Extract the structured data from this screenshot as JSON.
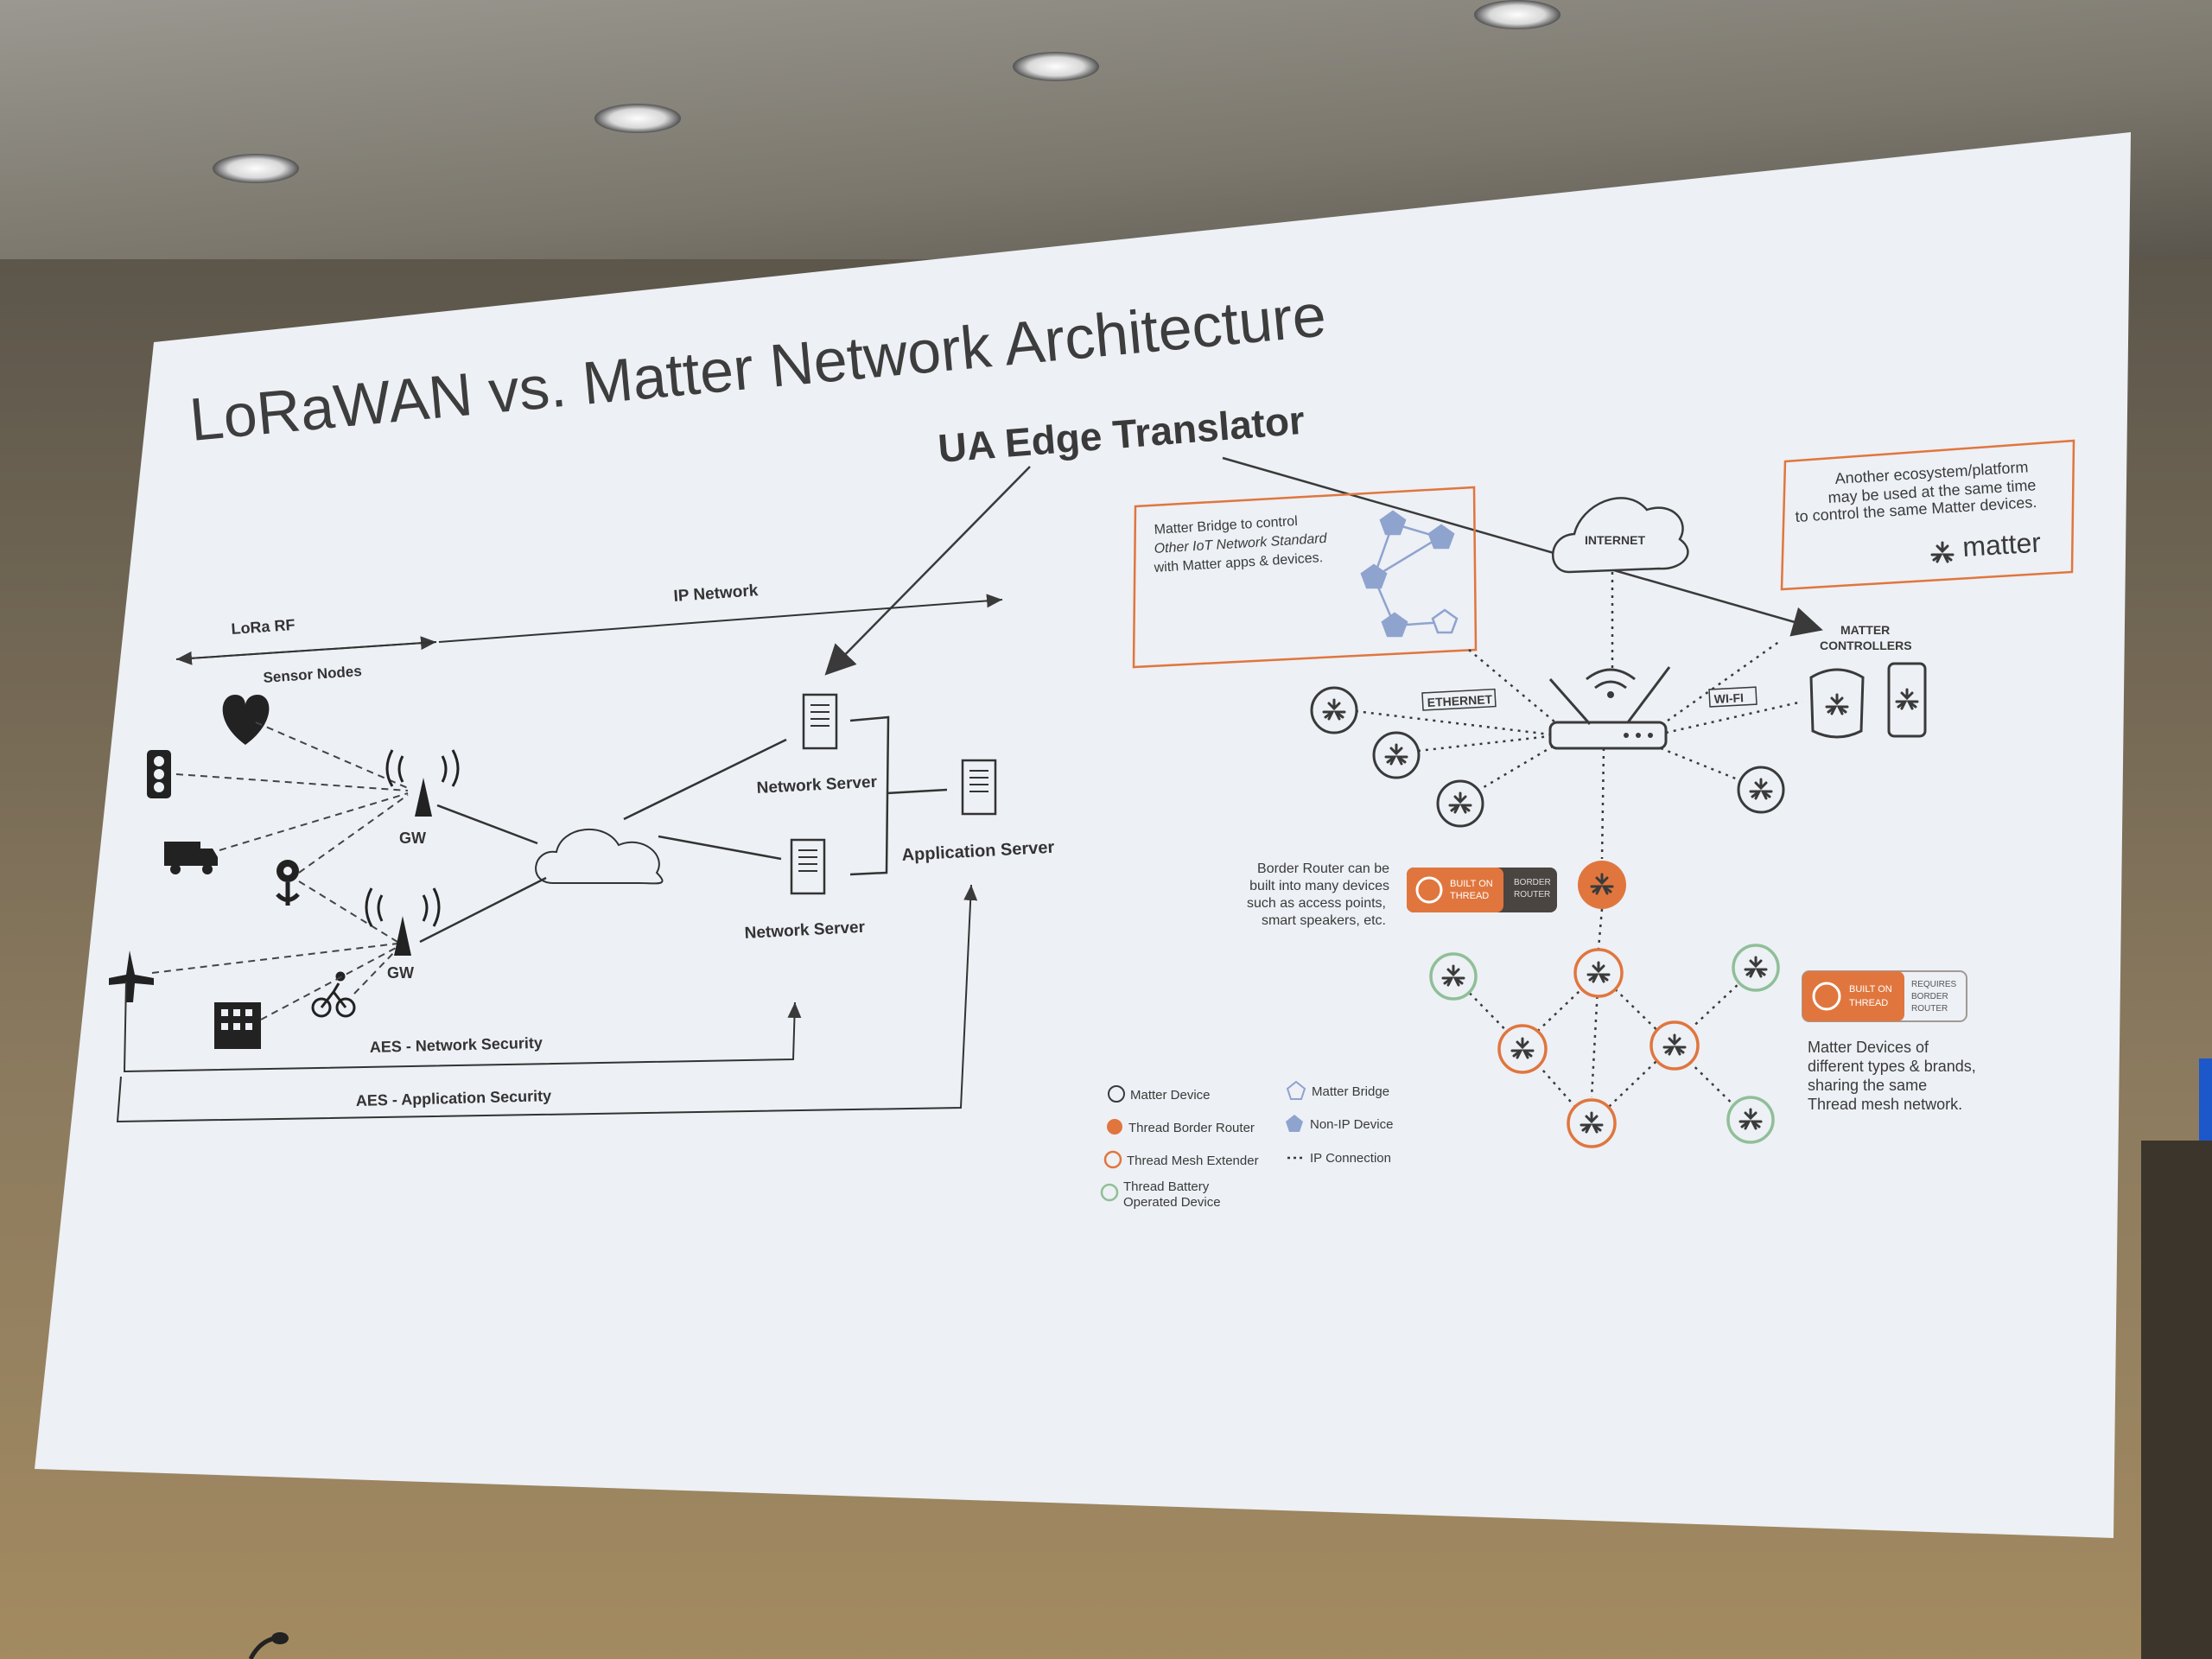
{
  "slide": {
    "title": "LoRaWAN vs. Matter Network Architecture",
    "callout": "UA Edge Translator"
  },
  "lorawan": {
    "lora_rf": "LoRa RF",
    "ip_network": "IP Network",
    "sensor_nodes": "Sensor Nodes",
    "gw_top": "GW",
    "gw_bottom": "GW",
    "network_server_top": "Network Server",
    "network_server_bottom": "Network Server",
    "application_server": "Application Server",
    "aes_network": "AES - Network Security",
    "aes_application": "AES - Application Security"
  },
  "matter": {
    "bridge_box": [
      "Matter Bridge to control",
      "Other IoT Network Standard",
      "with Matter apps & devices."
    ],
    "ecosystem_box": [
      "Another ecosystem/platform",
      "may be used at the same time",
      "to control the same Matter devices."
    ],
    "matter_logo": "matter",
    "internet": "INTERNET",
    "controllers": [
      "MATTER",
      "CONTROLLERS"
    ],
    "ethernet": "ETHERNET",
    "wifi": "WI-FI",
    "border_router_text": [
      "Border Router can be",
      "built into many devices",
      "such as access points,",
      "smart speakers, etc."
    ],
    "built_on_thread": [
      "BUILT ON",
      "THREAD"
    ],
    "border_router_badge": [
      "BORDER",
      "ROUTER"
    ],
    "requires_border_router": [
      "REQUIRES",
      "BORDER",
      "ROUTER"
    ],
    "mesh_text": [
      "Matter Devices of",
      "different types & brands,",
      "sharing the same",
      "Thread mesh network."
    ],
    "legend": {
      "matter_device": "Matter Device",
      "thread_border_router": "Thread Border Router",
      "thread_mesh_extender": "Thread Mesh Extender",
      "thread_battery": [
        "Thread Battery",
        "Operated Device"
      ],
      "matter_bridge": "Matter Bridge",
      "non_ip_device": "Non-IP Device",
      "ip_connection": "IP Connection"
    }
  },
  "colors": {
    "orange": "#e0763e",
    "green_ring": "#8fbf98",
    "bridge_blue": "#8fa3cf",
    "ink": "#3a3a3a"
  }
}
